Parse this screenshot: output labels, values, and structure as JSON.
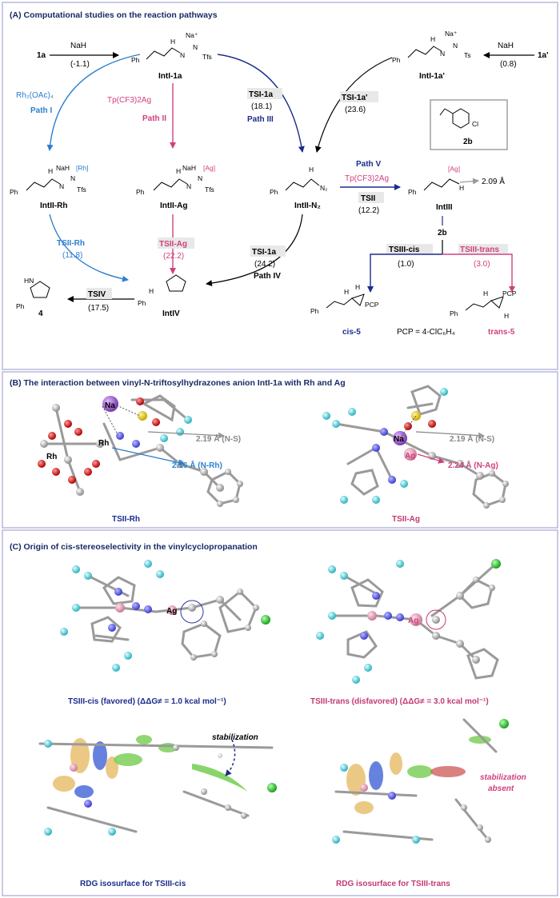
{
  "panelA": {
    "title": "(A)  Computational studies on the reaction pathways",
    "sm_1a": "1a",
    "sm_1a_prime": "1a'",
    "nah_1": "NaH",
    "dg_1": "(-1.1)",
    "nah_2": "NaH",
    "dg_2": "(0.8)",
    "int1a": "IntI-1a",
    "int1a_prime": "IntI-1a'",
    "tfs": "Tfs",
    "ts_label": "Ts",
    "ph": "Ph",
    "na_plus": "Na⁺",
    "rh_cat": "Rh₂(OAc)₄",
    "path1": "Path I",
    "ag_cat": "Tp(CF3)2Ag",
    "path2": "Path II",
    "tsi1a": "TSI-1a",
    "tsi1a_dg": "(18.1)",
    "path3": "Path III",
    "tsi1a_prime": "TSI-1a'",
    "tsi1a_prime_dg": "(23.6)",
    "box_2b": "2b",
    "box_cl": "Cl",
    "intII_rh": "IntII-Rh",
    "intII_ag": "IntII-Ag",
    "intII_n2": "IntII-N₂",
    "nah_rh": "NaH",
    "rh_tag": "[Rh]",
    "nah_ag": "NaH",
    "ag_tag": "[Ag]",
    "n2": "N₂",
    "path5": "Path V",
    "ag_cat2": "Tp(CF3)2Ag",
    "tsii": "TSII",
    "tsii_dg": "(12.2)",
    "intIII": "IntIII",
    "ag_tag3": "[Ag]",
    "dist_209": "2.09 Å",
    "tsii_rh": "TSII-Rh",
    "tsii_rh_dg": "(11.8)",
    "tsii_ag": "TSII-Ag",
    "tsii_ag_dg": "(22.2)",
    "tsi1a_b": "TSI-1a",
    "tsi1a_b_dg": "(24.2)",
    "path4": "Path IV",
    "reag_2b": "2b",
    "tsiii_cis": "TSIII-cis",
    "tsiii_cis_dg": "(1.0)",
    "tsiii_trans": "TSIII-trans",
    "tsiii_trans_dg": "(3.0)",
    "tsiv": "TSIV",
    "tsiv_dg": "(17.5)",
    "prod4": "4",
    "intIV": "IntIV",
    "hn": "HN",
    "h": "H",
    "pcp": "PCP",
    "cis5": "cis-5",
    "trans5": "trans-5",
    "pcp_def": "PCP = 4-ClC₆H₄"
  },
  "panelB": {
    "title": "(B)  The interaction between vinyl-N-triftosylhydrazones anion IntI-1a with Rh and Ag",
    "na1": "Na",
    "rh1": "Rh",
    "rh2": "Rh",
    "dist_ns_1": "2.19 Å (N-S)",
    "dist_nrh": "2.16 Å (N-Rh)",
    "caption_left": "TSII-Rh",
    "na2": "Na",
    "ag2": "Ag",
    "dist_ns_2": "2.19 Å (N-S)",
    "dist_nag": "2.24 Å (N-Ag)",
    "caption_right": "TSII-Ag"
  },
  "panelC": {
    "title": "(C)  Origin of cis-stereoselectivity in the vinylcyclopropanation",
    "ag_left": "Ag",
    "ag_right": "Ag",
    "caption_cis": "TSIII-cis (favored) (ΔΔG≠ = 1.0 kcal mol⁻¹)",
    "caption_trans": "TSIII-trans (disfavored) (ΔΔG≠ = 3.0 kcal mol⁻¹)",
    "stab": "stabilization",
    "stab_absent_1": "stabilization",
    "stab_absent_2": "absent",
    "rdg_cis": "RDG  isosurface for TSIII-cis",
    "rdg_trans": "RDG  isosurface for TSIII-trans"
  },
  "colors": {
    "path1": "#2c7fcf",
    "path2": "#d0407e",
    "path3": "#1b2c8c",
    "frame": "#a6a7d6"
  }
}
